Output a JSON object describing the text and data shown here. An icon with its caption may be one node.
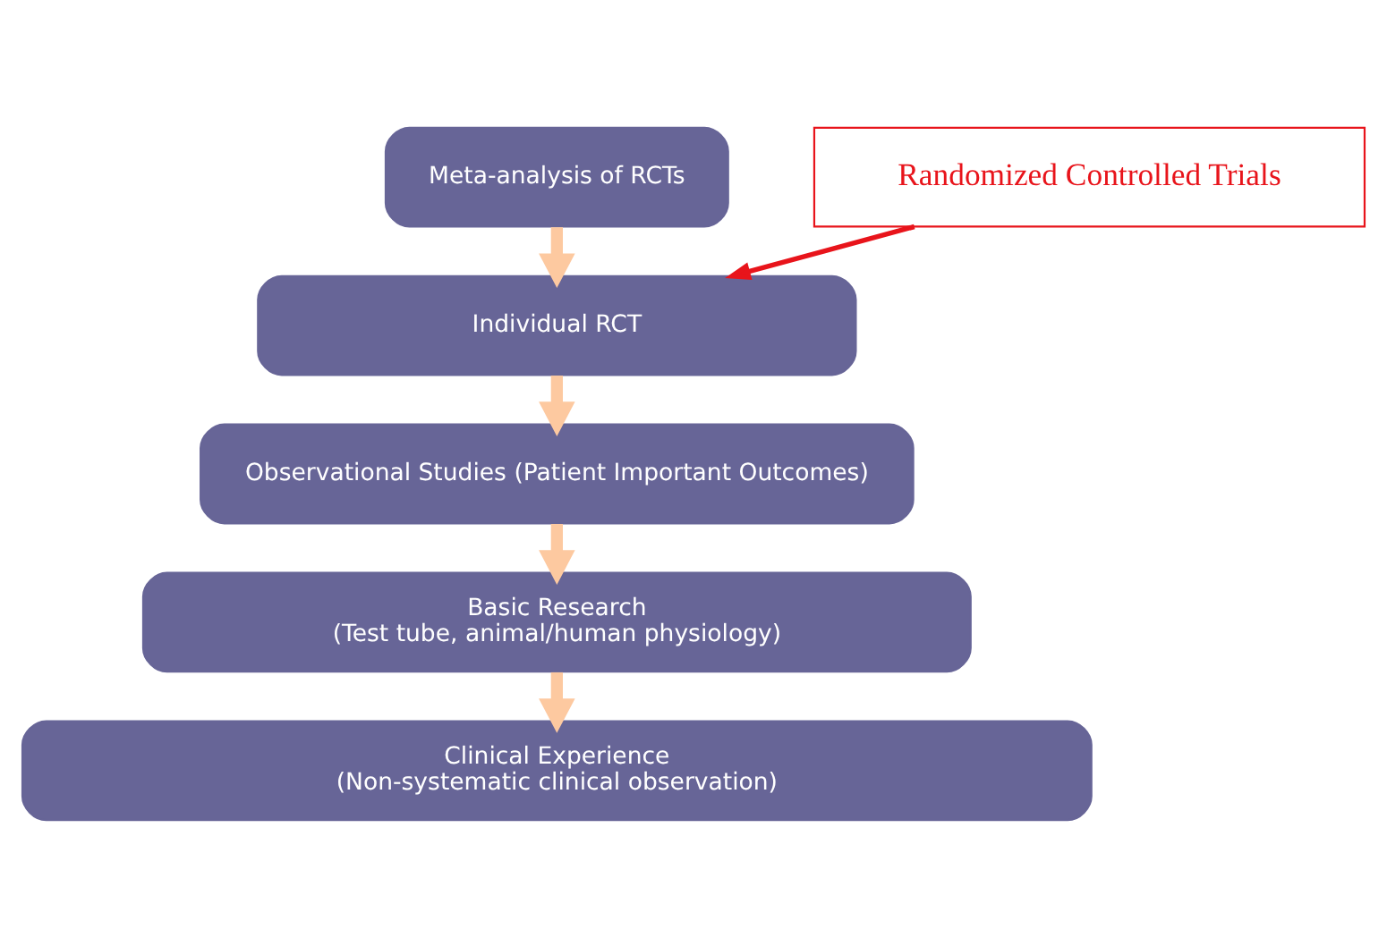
{
  "diagram": {
    "nodes": [
      {
        "text": [
          "Meta-analysis of RCTs"
        ]
      },
      {
        "text": [
          "Individual RCT"
        ]
      },
      {
        "text": [
          "Observational Studies (Patient Important Outcomes)"
        ]
      },
      {
        "text": [
          "Basic Research",
          "(Test tube, animal/human physiology)"
        ]
      },
      {
        "text": [
          "Clinical Experience",
          "(Non-systematic clinical observation)"
        ]
      },
      {
        "text": [
          "Randomized Controlled Trials"
        ]
      }
    ],
    "edges": [
      {
        "from": 0,
        "to": 1,
        "arrow": "to"
      },
      {
        "from": 1,
        "to": 2,
        "arrow": "to"
      },
      {
        "from": 2,
        "to": 3,
        "arrow": "to"
      },
      {
        "from": 3,
        "to": 4,
        "arrow": "to"
      },
      {
        "from": 5,
        "to": 1,
        "arrow": "to",
        "color": "#e8141b"
      }
    ]
  }
}
